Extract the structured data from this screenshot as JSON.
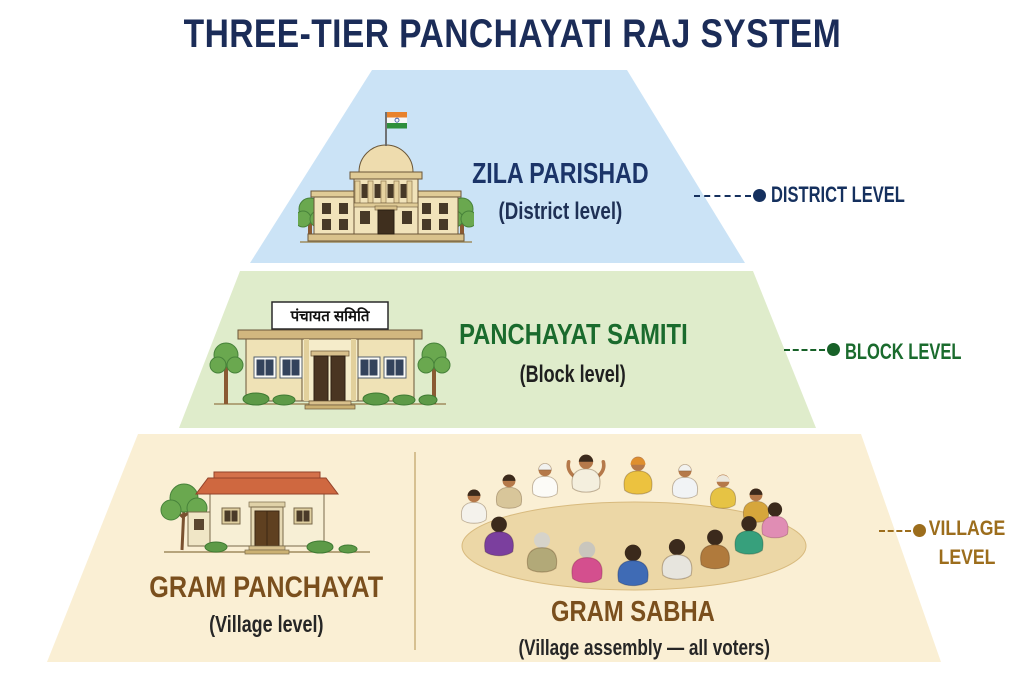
{
  "title": "THREE-TIER PANCHAYATI RAJ SYSTEM",
  "colors": {
    "title_text": "#1b2c58",
    "tier_district_fill": "#cbe3f6",
    "tier_block_fill": "#dfeccb",
    "tier_village_fill": "#faefd4",
    "district_text": "#1b3468",
    "block_text": "#1a6b2d",
    "village_heading_text": "#7a4f1d",
    "village_side_label_text": "#9c6d1c"
  },
  "tiers": [
    {
      "id": "district",
      "name": "ZILA PARISHAD",
      "sublabel": "(District level)",
      "side_label": "DISTRICT LEVEL",
      "icon": "district-government-building-icon"
    },
    {
      "id": "block",
      "name": "PANCHAYAT SAMITI",
      "sublabel": "(Block level)",
      "side_label": "BLOCK LEVEL",
      "building_sign": "पंचायत समिति",
      "icon": "block-office-building-icon"
    },
    {
      "id": "village",
      "side_label": "VILLAGE LEVEL",
      "sections": [
        {
          "name": "GRAM PANCHAYAT",
          "sublabel": "(Village level)",
          "icon": "village-house-icon"
        },
        {
          "name": "GRAM SABHA",
          "sublabel": "(Village assembly — all voters)",
          "icon": "village-assembly-people-icon"
        }
      ]
    }
  ]
}
